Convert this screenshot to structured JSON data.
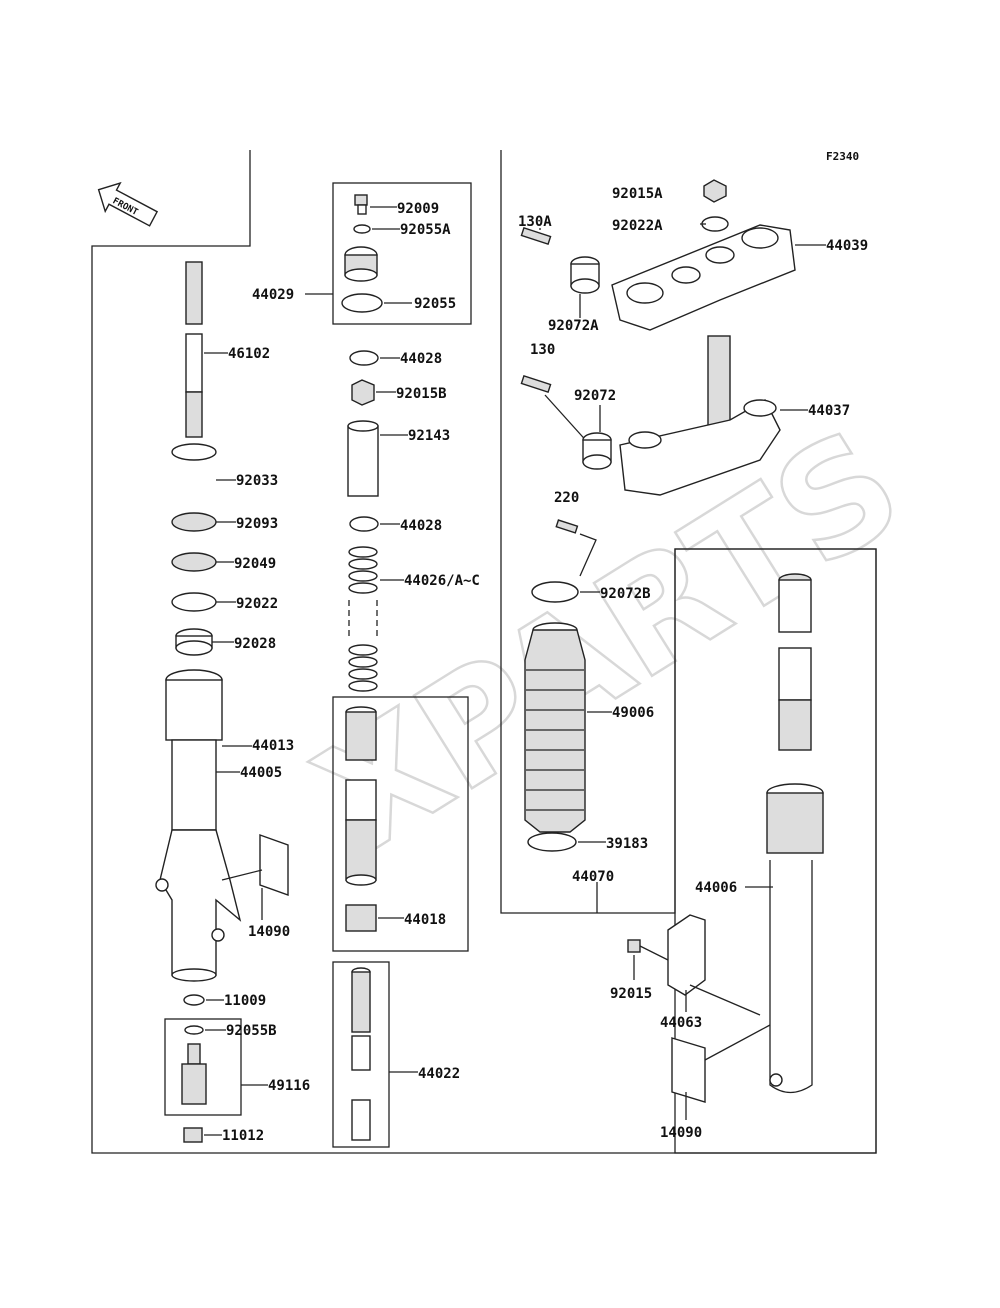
{
  "figure_code": "F2340",
  "front_label": "FRONT",
  "watermark": "XPARTS",
  "labels": {
    "p92009": "92009",
    "p92055A": "92055A",
    "p44029": "44029",
    "p92055": "92055",
    "p44028a": "44028",
    "p92015B": "92015B",
    "p92143": "92143",
    "p44028b": "44028",
    "p44026": "44026/A~C",
    "p46102": "46102",
    "p92033": "92033",
    "p92093": "92093",
    "p92049": "92049",
    "p92022": "92022",
    "p92028": "92028",
    "p44013": "44013",
    "p44005": "44005",
    "p14090a": "14090",
    "p11009": "11009",
    "p92055B": "92055B",
    "p49116": "49116",
    "p11012": "11012",
    "p44018": "44018",
    "p44022": "44022",
    "p92015A": "92015A",
    "p92022A": "92022A",
    "p130A": "130A",
    "p44039": "44039",
    "p92072A": "92072A",
    "p130": "130",
    "p92072": "92072",
    "p44037": "44037",
    "p220": "220",
    "p92072B": "92072B",
    "p49006": "49006",
    "p39183": "39183",
    "p44070": "44070",
    "p44006": "44006",
    "p92015": "92015",
    "p44063": "44063",
    "p14090b": "14090"
  }
}
